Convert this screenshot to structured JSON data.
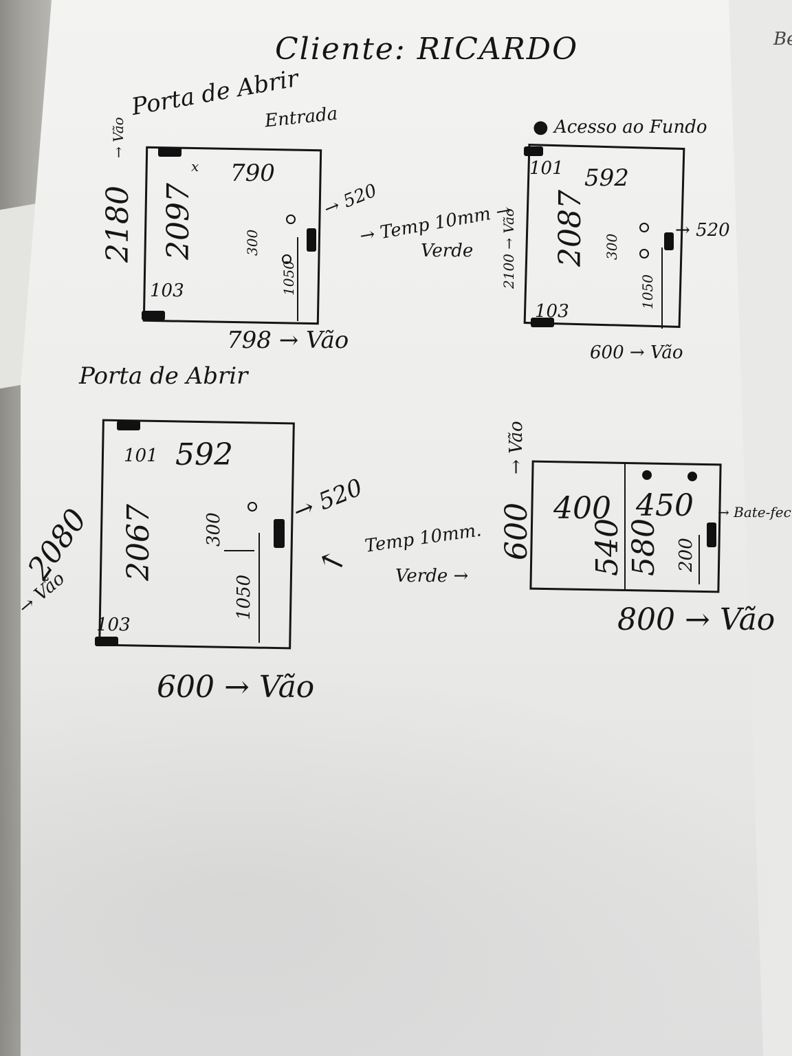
{
  "header": {
    "client_label": "Cliente: RICARDO"
  },
  "doors": [
    {
      "title": "Porta de Abrir",
      "subtitle": "Entrada",
      "width": "790",
      "height": "2097",
      "height_note": "x",
      "opening_height": "2180",
      "opening_height_unit": "Vão",
      "opening_width": "798",
      "opening_width_unit": "Vão",
      "hinge_top": "",
      "hinge_bottom": "103",
      "handle_height": "520",
      "hole_spacing": "300",
      "handle_floor": "1050",
      "glass_note": "Temp 10mm",
      "glass_color": "Verde"
    },
    {
      "title": "Acesso ao Fundo",
      "width": "592",
      "height": "2087",
      "opening_height": "2100",
      "opening_height_unit": "Vão",
      "opening_width": "600",
      "opening_width_unit": "Vão",
      "hinge_top": "101",
      "hinge_bottom": "103",
      "handle_height": "520",
      "hole_spacing": "300",
      "handle_floor": "1050"
    },
    {
      "title": "Porta de Abrir",
      "width": "592",
      "height": "2067",
      "opening_height": "2080",
      "opening_height_unit": "Vão",
      "opening_width": "600",
      "opening_width_unit": "Vão",
      "hinge_top": "101",
      "hinge_bottom": "103",
      "handle_height": "520",
      "hole_spacing": "300",
      "handle_floor": "1050",
      "glass_note": "Temp 10mm.",
      "glass_color": "Verde"
    },
    {
      "left_panel_width": "400",
      "left_panel_height": "540",
      "right_panel_width": "450",
      "right_panel_height": "580",
      "hole_spacing": "200",
      "opening_height": "600",
      "opening_height_unit": "Vão",
      "opening_width": "800",
      "opening_width_unit": "Vão",
      "handle_label": "Bate-fecha"
    }
  ],
  "edge_fragments": {
    "top_right": "Be"
  }
}
